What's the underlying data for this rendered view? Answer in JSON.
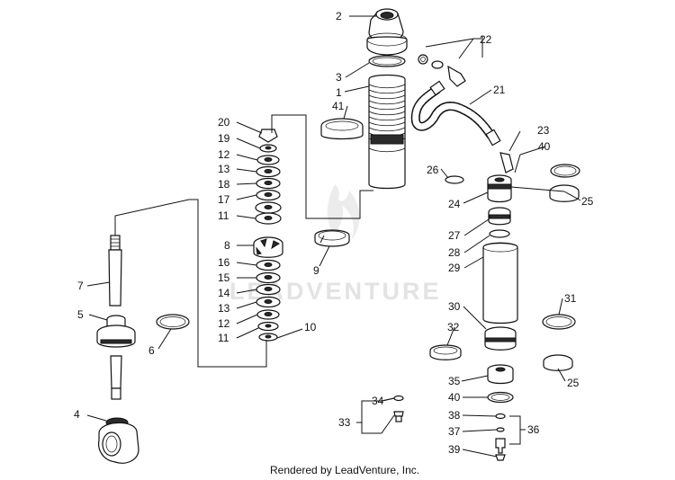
{
  "watermark": "LEADVENTURE",
  "footer": "Rendered by LeadVenture, Inc.",
  "callouts": {
    "c1": "1",
    "c2": "2",
    "c3": "3",
    "c4": "4",
    "c5": "5",
    "c6": "6",
    "c7": "7",
    "c8": "8",
    "c9": "9",
    "c10": "10",
    "c11a": "11",
    "c11b": "11",
    "c12a": "12",
    "c12b": "12",
    "c13a": "13",
    "c13b": "13",
    "c14": "14",
    "c15": "15",
    "c16": "16",
    "c17": "17",
    "c18": "18",
    "c19": "19",
    "c20": "20",
    "c21": "21",
    "c22": "22",
    "c23": "23",
    "c24": "24",
    "c25a": "25",
    "c25b": "25",
    "c26": "26",
    "c27": "27",
    "c28": "28",
    "c29": "29",
    "c30": "30",
    "c31": "31",
    "c32": "32",
    "c33": "33",
    "c34": "34",
    "c35": "35",
    "c36": "36",
    "c37": "37",
    "c38": "38",
    "c39": "39",
    "c40a": "40",
    "c40b": "40",
    "c41": "41"
  }
}
